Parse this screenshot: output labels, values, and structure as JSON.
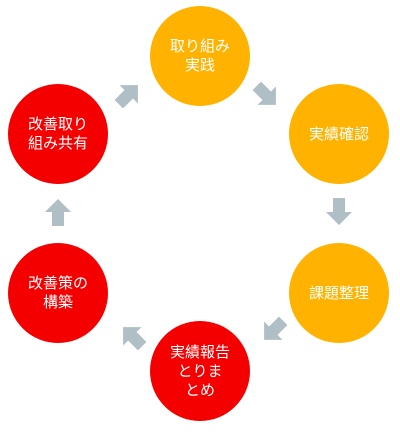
{
  "colors": {
    "orange": "#FFB300",
    "red": "#F40000",
    "arrow": "#B0BEC5"
  },
  "nodes": [
    {
      "id": "practice",
      "label": "取り組み\n実践",
      "color": "orange"
    },
    {
      "id": "confirm",
      "label": "実績確認",
      "color": "orange"
    },
    {
      "id": "organize",
      "label": "課題整理",
      "color": "orange"
    },
    {
      "id": "report",
      "label": "実績報告\nとりま\nとめ",
      "color": "red"
    },
    {
      "id": "plan",
      "label": "改善策の\n構築",
      "color": "red"
    },
    {
      "id": "share",
      "label": "改善取り\n組み共有",
      "color": "red"
    }
  ]
}
